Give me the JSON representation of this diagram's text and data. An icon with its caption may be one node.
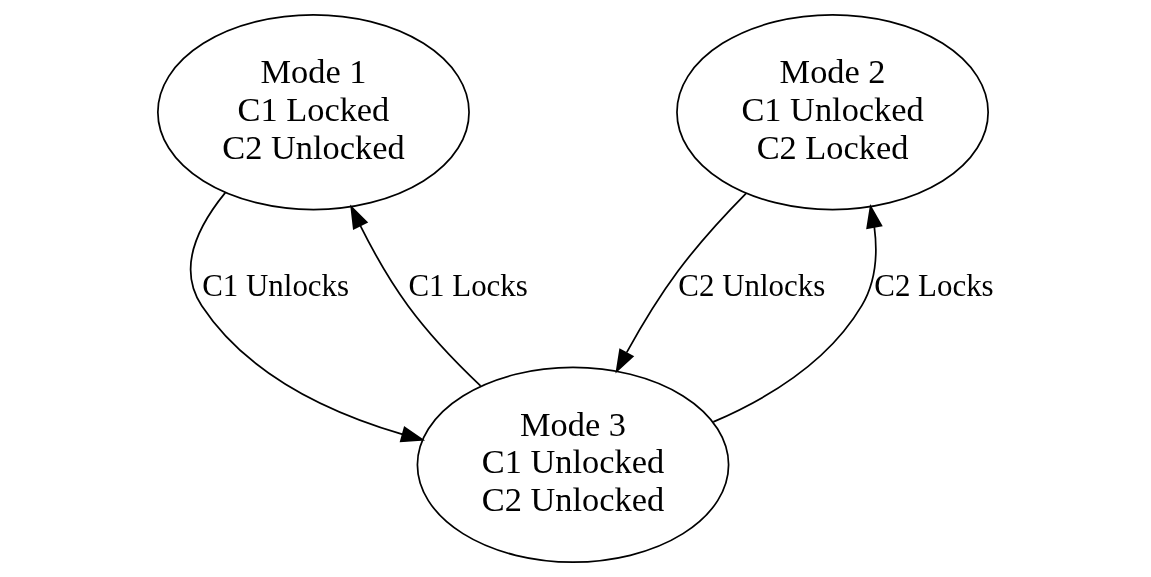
{
  "diagram": {
    "nodes": [
      {
        "text": [
          "Mode 1",
          "C1 Locked",
          "C2 Unlocked"
        ]
      },
      {
        "text": [
          "Mode 2",
          "C1 Unlocked",
          "C2 Locked"
        ]
      },
      {
        "text": [
          "Mode 3",
          "C1 Unlocked",
          "C2 Unlocked"
        ]
      }
    ],
    "edges": [
      {
        "from": 2,
        "to": 0,
        "arrow": "to",
        "label": "C1 Locks"
      },
      {
        "from": 2,
        "to": 1,
        "arrow": "to",
        "label": "C2 Locks"
      },
      {
        "from": 0,
        "to": 2,
        "arrow": "to",
        "label": "C1 Unlocks"
      },
      {
        "from": 1,
        "to": 2,
        "arrow": "to",
        "label": "C2 Unlocks"
      }
    ]
  }
}
